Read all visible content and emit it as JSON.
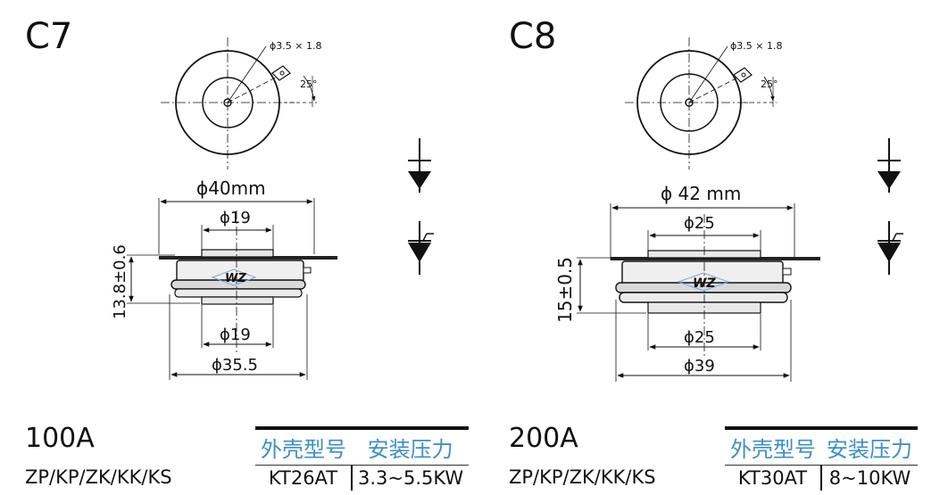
{
  "left": {
    "case": "C7",
    "rating": "100A",
    "models": "ZP/KP/ZK/KK/KS",
    "top_view": {
      "hole": "ϕ3.5 × 1.8",
      "angle": "25°"
    },
    "dims": {
      "outer_top": "ϕ40mm",
      "inner_top": "ϕ19",
      "height": "13.8±0.6",
      "inner_bottom": "ϕ19",
      "outer_bottom": "ϕ35.5"
    },
    "table": {
      "headers": [
        "外壳型号",
        "安装压力"
      ],
      "row": [
        "KT26AT",
        "3.3~5.5KW"
      ]
    }
  },
  "right": {
    "case": "C8",
    "rating": "200A",
    "models": "ZP/KP/ZK/KK/KS",
    "top_view": {
      "hole": "ϕ3.5 × 1.8",
      "angle": "25°"
    },
    "dims": {
      "outer_top": "ϕ 42 mm",
      "inner_top": "ϕ25",
      "height": "15±0.5",
      "inner_bottom": "ϕ25",
      "outer_bottom": "ϕ39"
    },
    "table": {
      "headers": [
        "外壳型号",
        "安装压力"
      ],
      "row": [
        "KT30AT",
        "8~10KW"
      ]
    }
  },
  "logo_text": "WZ",
  "colors": {
    "header_blue": "#3d8fc9",
    "logo_blue": "#2b4fa8",
    "device_gray": "#d9d9d9"
  }
}
